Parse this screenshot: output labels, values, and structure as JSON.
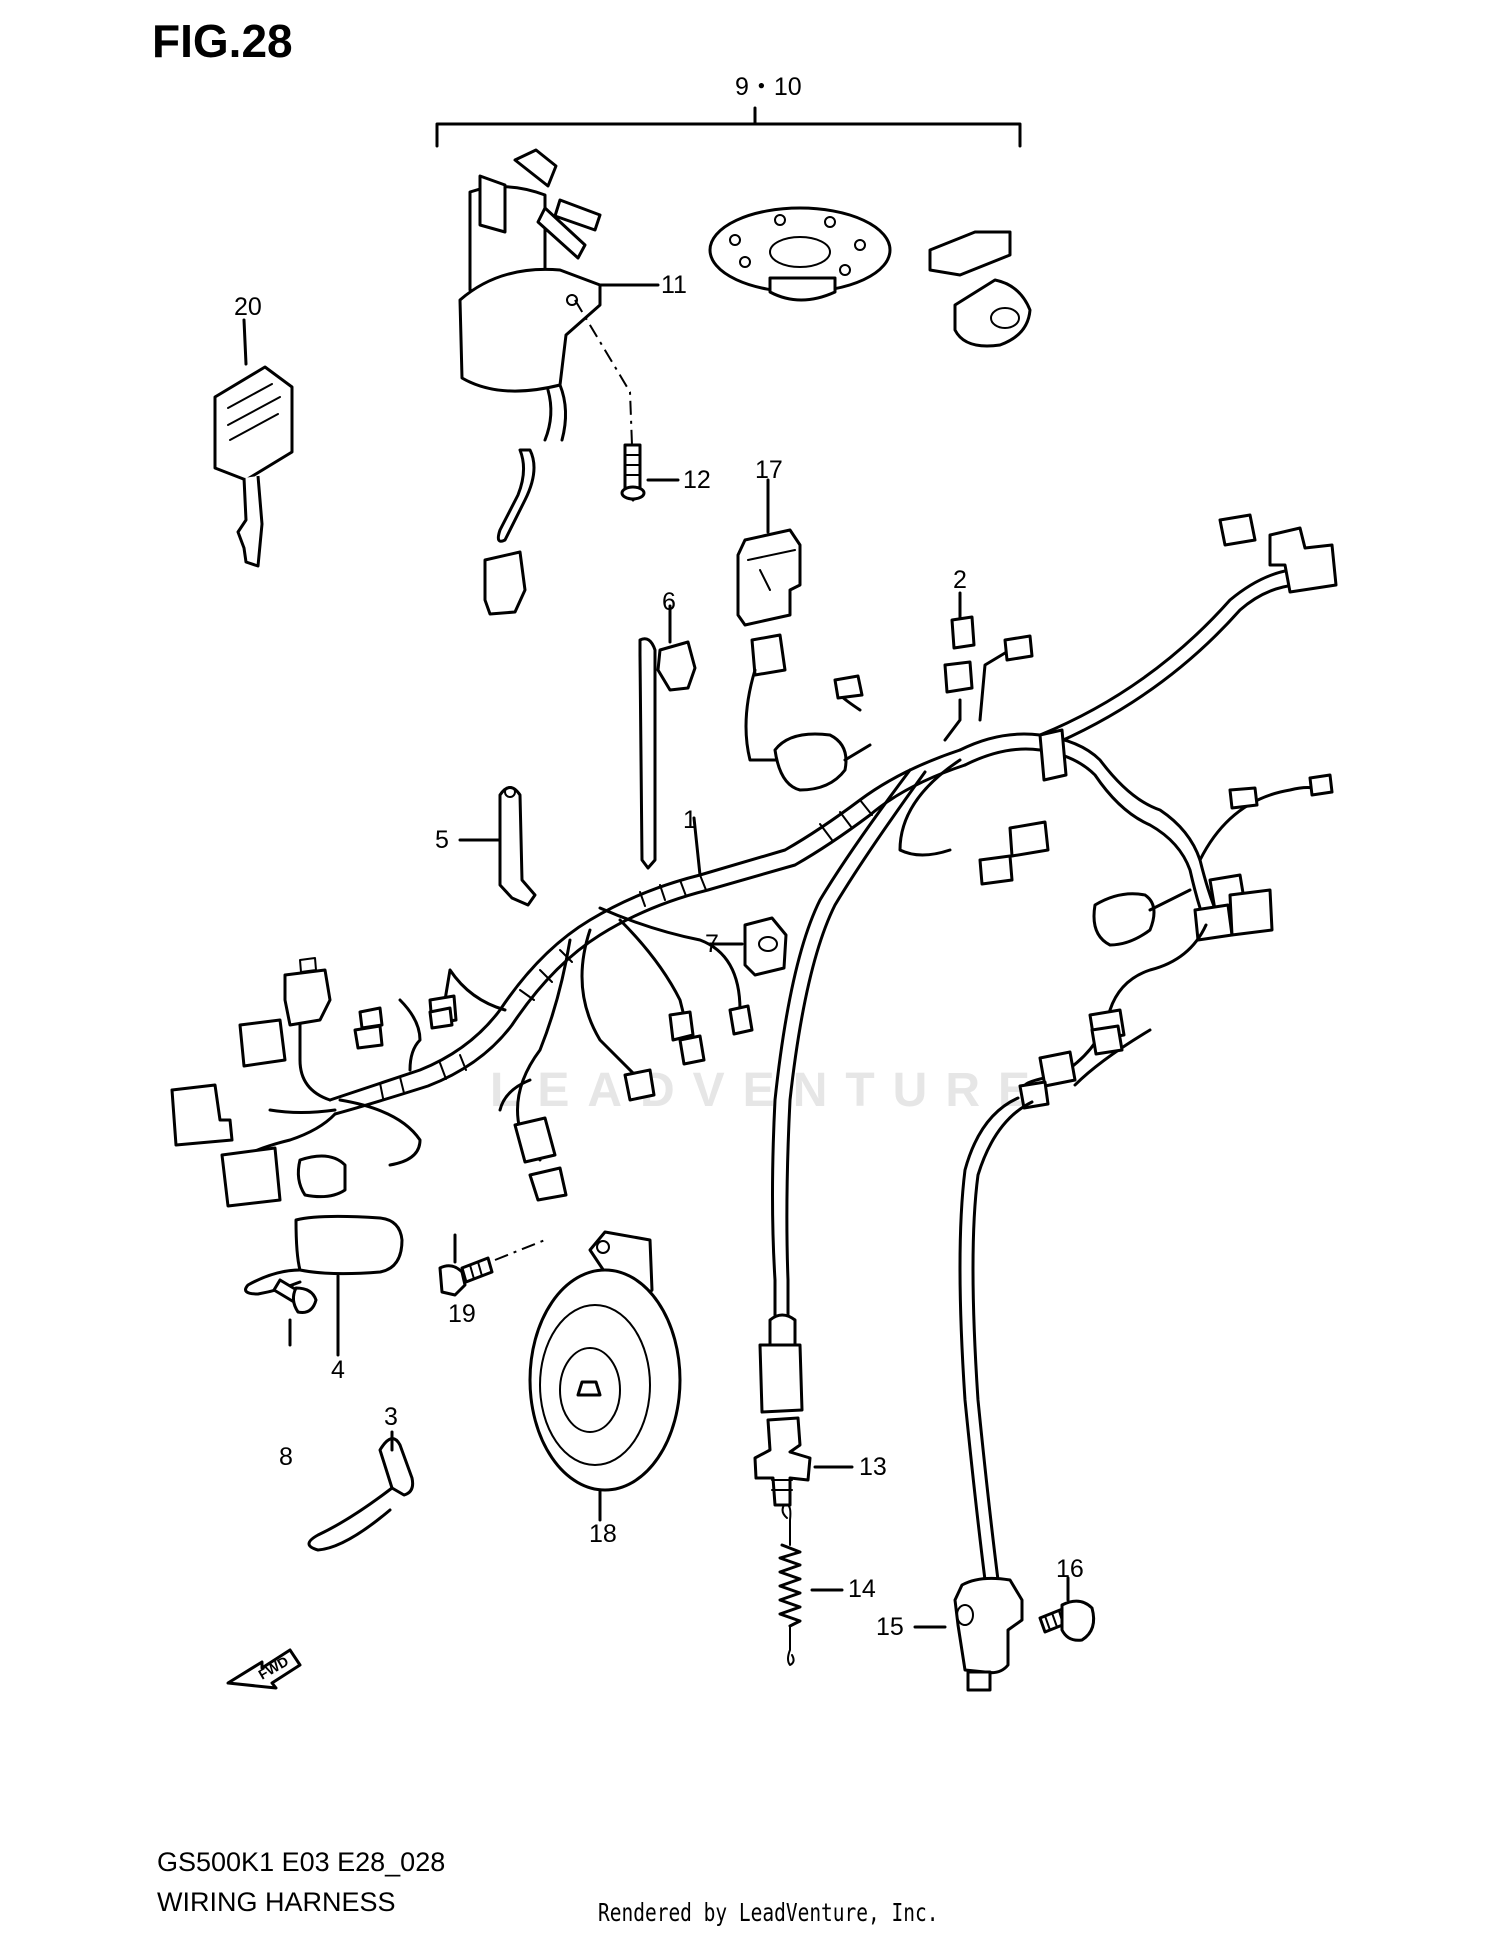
{
  "figure": {
    "title": "FIG.28",
    "watermark": "LEADVENTURE",
    "model_code": "GS500K1 E03 E28_028",
    "section_title": "WIRING HARNESS",
    "render_credit": "Rendered by LeadVenture, Inc."
  },
  "callouts": {
    "c1": "1",
    "c2": "2",
    "c3": "3",
    "c4": "4",
    "c5": "5",
    "c6": "6",
    "c7": "7",
    "c8": "8",
    "c9_10": "9・10",
    "c11": "11",
    "c12": "12",
    "c13": "13",
    "c14": "14",
    "c15": "15",
    "c16": "16",
    "c17": "17",
    "c18": "18",
    "c19": "19",
    "c20": "20"
  }
}
